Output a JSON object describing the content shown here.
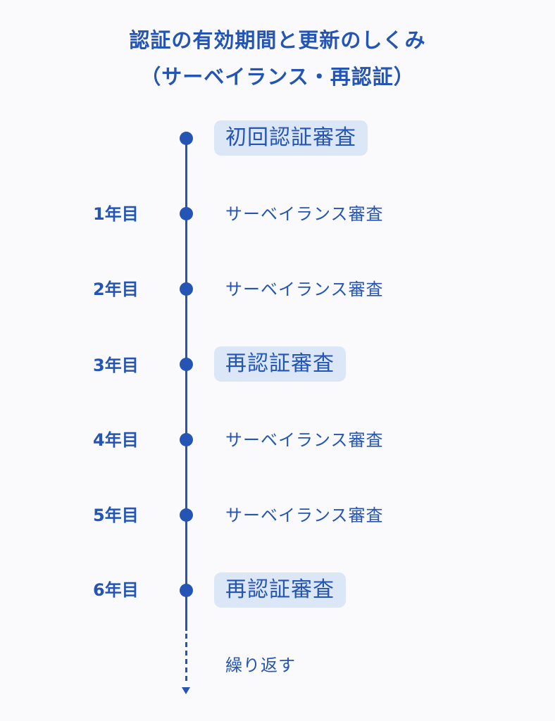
{
  "title": {
    "line1": "認証の有効期間と更新のしくみ",
    "line2": "（サーベイランス・再認証）"
  },
  "colors": {
    "accent": "#2455b4",
    "badge_bg": "#dbe6f6",
    "background": "#fafafd"
  },
  "timeline": {
    "start": {
      "label": "",
      "event": "初回認証審査",
      "highlight": true
    },
    "items": [
      {
        "year": "1年目",
        "event": "サーベイランス審査",
        "highlight": false
      },
      {
        "year": "2年目",
        "event": "サーベイランス審査",
        "highlight": false
      },
      {
        "year": "3年目",
        "event": "再認証審査",
        "highlight": true
      },
      {
        "year": "4年目",
        "event": "サーベイランス審査",
        "highlight": false
      },
      {
        "year": "5年目",
        "event": "サーベイランス審査",
        "highlight": false
      },
      {
        "year": "6年目",
        "event": "再認証審査",
        "highlight": true
      }
    ],
    "repeat_label": "繰り返す",
    "arrow_icon": "arrow-down-icon"
  }
}
